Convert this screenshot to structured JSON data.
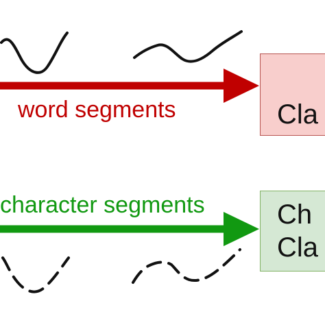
{
  "colors": {
    "word_arrow": "#c00000",
    "word_text": "#c00000",
    "char_arrow": "#119911",
    "char_text": "#119911",
    "word_box_fill": "#f8cecc",
    "word_box_border": "#b85450",
    "char_box_fill": "#d5e8d4",
    "char_box_border": "#82b366",
    "stroke": "#111111"
  },
  "word_row": {
    "label": "word segments",
    "box_lines": [
      "Cla"
    ]
  },
  "char_row": {
    "label": "character segments",
    "box_lines": [
      "Ch",
      "Cla"
    ]
  }
}
